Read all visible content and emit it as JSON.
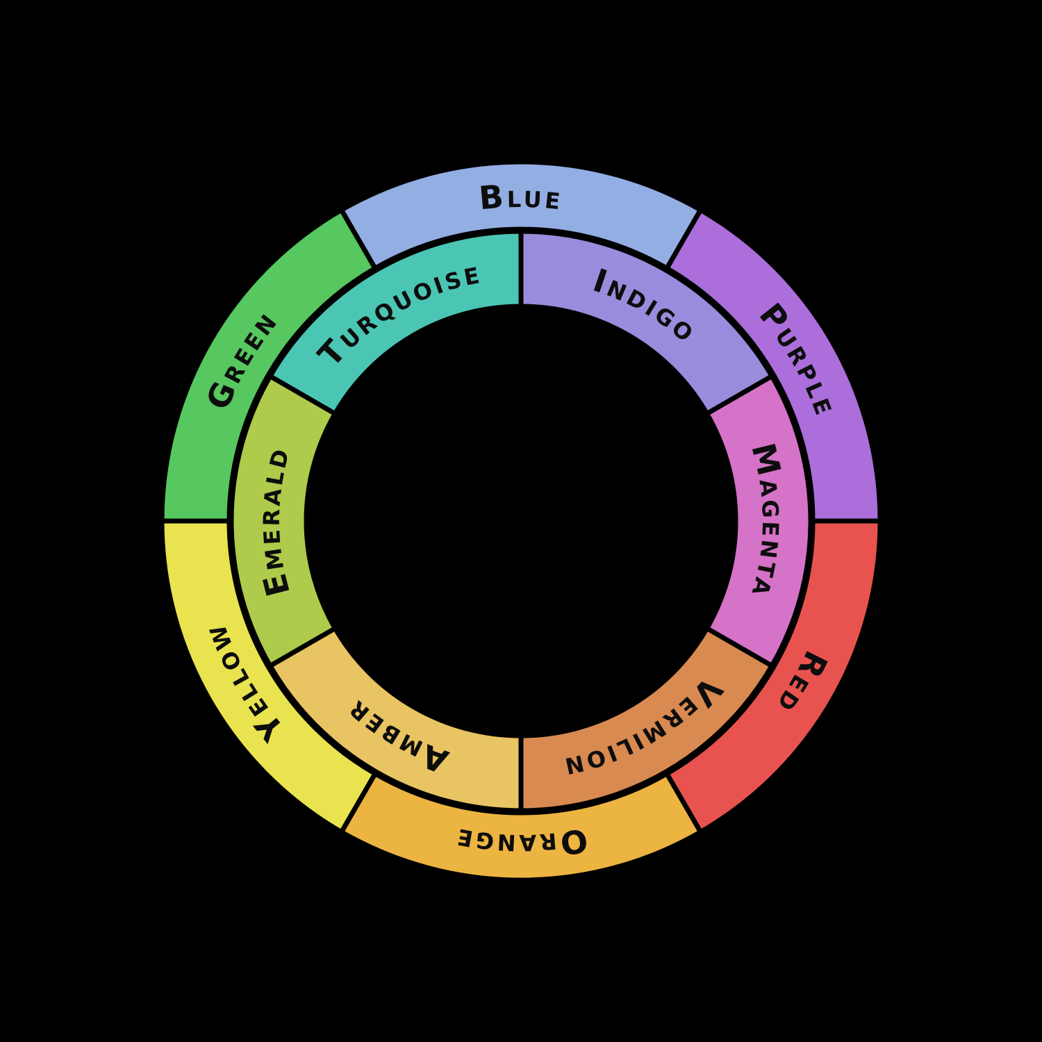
{
  "diagram": {
    "title": "color-wheel",
    "background_color": "#000000",
    "divider_color": "#000000",
    "label_color": "#0d0d0d",
    "outer_ring": {
      "segments": [
        {
          "label": "Blue",
          "color": "#93AEE3",
          "start": -30,
          "end": 30
        },
        {
          "label": "Purple",
          "color": "#AB6EDA",
          "start": 30,
          "end": 90
        },
        {
          "label": "Red",
          "color": "#E9534F",
          "start": 90,
          "end": 150
        },
        {
          "label": "Orange",
          "color": "#ECB441",
          "start": 150,
          "end": 210
        },
        {
          "label": "Yellow",
          "color": "#E9E34F",
          "start": 210,
          "end": 270
        },
        {
          "label": "Green",
          "color": "#57C75F",
          "start": 270,
          "end": 330
        }
      ]
    },
    "inner_ring": {
      "segments": [
        {
          "label": "Indigo",
          "color": "#9A8CDC",
          "start": 0,
          "end": 60
        },
        {
          "label": "Magenta",
          "color": "#D573C8",
          "start": 60,
          "end": 120
        },
        {
          "label": "Vermilion",
          "color": "#D98A50",
          "start": 120,
          "end": 180
        },
        {
          "label": "Amber",
          "color": "#E9C462",
          "start": 180,
          "end": 240
        },
        {
          "label": "Emerald",
          "color": "#AECB4B",
          "start": 240,
          "end": 300
        },
        {
          "label": "Turquoise",
          "color": "#4BC6B4",
          "start": 300,
          "end": 360
        }
      ]
    }
  }
}
